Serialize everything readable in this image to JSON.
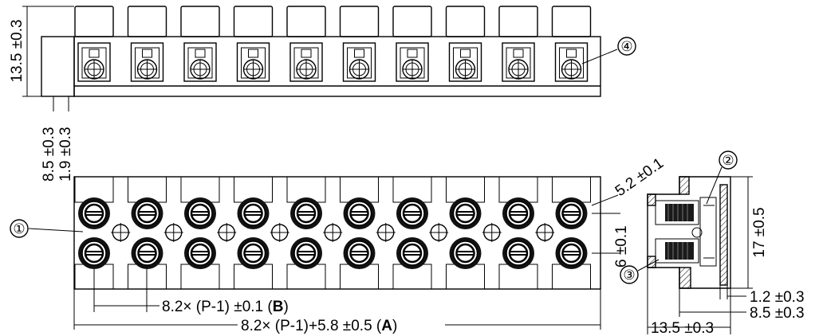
{
  "top_view": {
    "height_dim": "13.5 ±0.3",
    "dim_a": "8.5 ±0.3",
    "dim_b": "1.9 ±0.3",
    "callout_4": "④"
  },
  "front_view": {
    "callout_1": "①",
    "screw_dia": "5.2 ±0.1",
    "screw_dia_2": "6 ±0.1",
    "pitch_dim_prefix": "8.2× (P-1) ±0.1 (",
    "pitch_dim_bold": "B",
    "pitch_dim_suffix": ")",
    "length_dim_prefix": "8.2× (P-1)+5.8 ±0.5 (",
    "length_dim_bold": "A",
    "length_dim_suffix": ")"
  },
  "side_view": {
    "callout_2": "②",
    "callout_3": "③",
    "height_dim": "17 ±0.5",
    "wall_dim": "1.2 ±0.3",
    "depth_dim": "8.5 ±0.3",
    "base_dim": "13.5 ±0.3"
  }
}
